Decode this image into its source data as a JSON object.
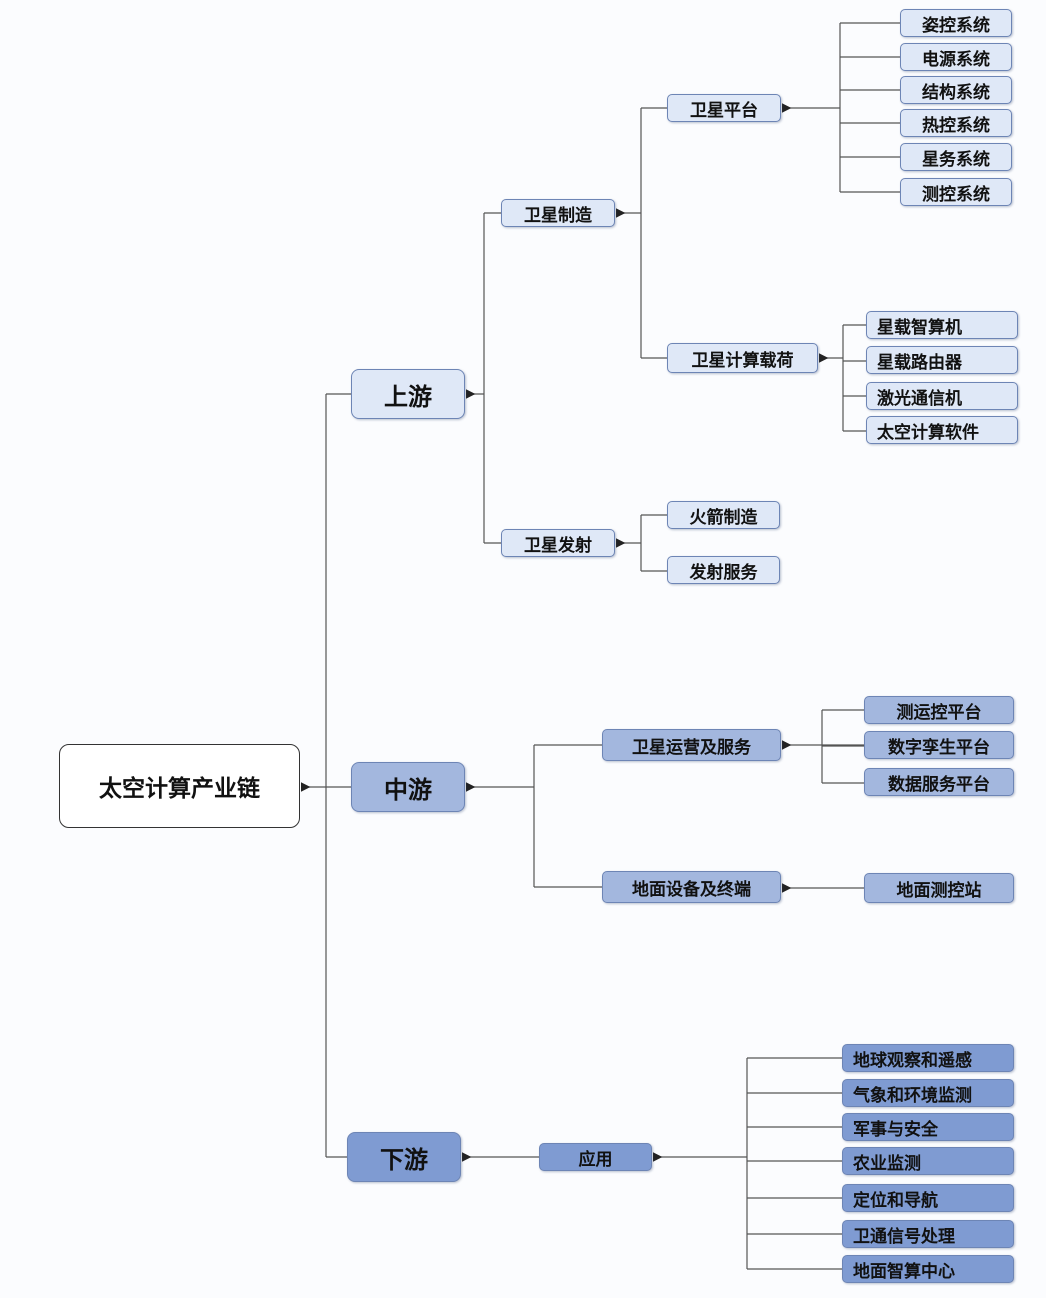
{
  "root": "太空计算产业链",
  "upstream": {
    "label": "上游",
    "manufacturing": {
      "label": "卫星制造",
      "platform": {
        "label": "卫星平台",
        "items": [
          "姿控系统",
          "电源系统",
          "结构系统",
          "热控系统",
          "星务系统",
          "测控系统"
        ]
      },
      "payload": {
        "label": "卫星计算载荷",
        "items": [
          "星载智算机",
          "星载路由器",
          "激光通信机",
          "太空计算软件"
        ]
      }
    },
    "launch": {
      "label": "卫星发射",
      "items": [
        "火箭制造",
        "发射服务"
      ]
    }
  },
  "midstream": {
    "label": "中游",
    "operations": {
      "label": "卫星运营及服务",
      "items": [
        "测运控平台",
        "数字孪生平台",
        "数据服务平台"
      ]
    },
    "ground": {
      "label": "地面设备及终端",
      "items": [
        "地面测控站"
      ]
    }
  },
  "downstream": {
    "label": "下游",
    "application": {
      "label": "应用",
      "items": [
        "地球观察和遥感",
        "气象和环境监测",
        "军事与安全",
        "农业监测",
        "定位和导航",
        "卫通信号处理",
        "地面智算中心"
      ]
    }
  },
  "colors": {
    "upstream": "#dfe8f7",
    "midstream": "#a3b7de",
    "downstream": "#7f9bd2",
    "border": "#6d85b5"
  }
}
